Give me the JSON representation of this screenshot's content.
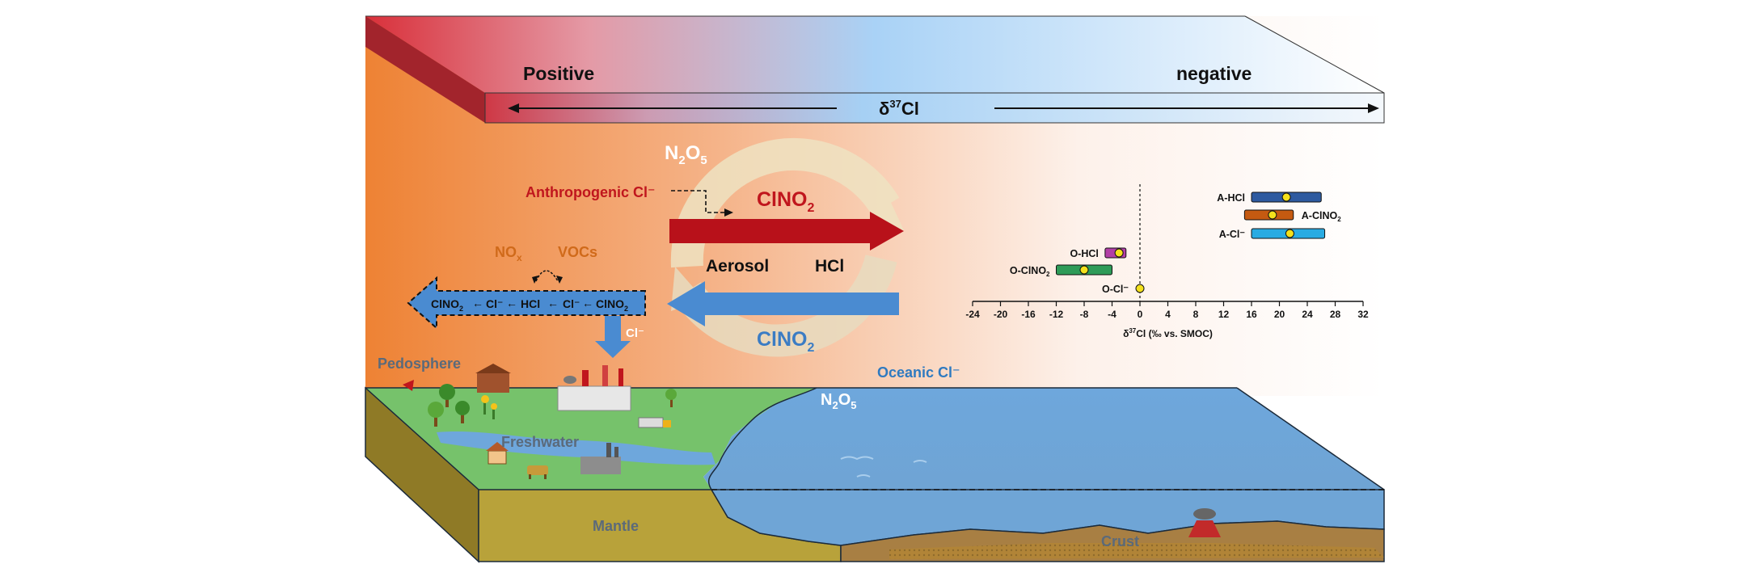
{
  "banner": {
    "positive": "Positive",
    "negative": "negative",
    "delta_symbol": "δ",
    "delta_sup": "37",
    "delta_element": "Cl"
  },
  "atmosphere": {
    "n2o5_top_main": "N",
    "n2o5_top_sub1": "2",
    "n2o5_top_o": "O",
    "n2o5_top_sub2": "5",
    "anthropogenic": "Anthropogenic Cl⁻",
    "clno2_red_main": "ClNO",
    "clno2_red_sub": "2",
    "aerosol": "Aerosol",
    "hcl": "HCl",
    "clno2_blue_main": "ClNO",
    "clno2_blue_sub": "2",
    "nox_main": "NO",
    "nox_sub": "x",
    "vocs": "VOCs",
    "cl_minus_down": "Cl⁻",
    "chain": {
      "item1_main": "ClNO",
      "item1_sub": "2",
      "item2": "Cl⁻",
      "item3": "HCl",
      "item4": "Cl⁻",
      "item5_main": "ClNO",
      "item5_sub": "2"
    }
  },
  "surface": {
    "pedosphere": "Pedosphere",
    "oceanic": "Oceanic Cl⁻",
    "n2o5_main": "N",
    "n2o5_sub1": "2",
    "n2o5_o": "O",
    "n2o5_sub2": "5",
    "freshwater": "Freshwater",
    "mantle": "Mantle",
    "crust": "Crust"
  },
  "chart_data": {
    "type": "range-plot",
    "x_label_delta": "δ",
    "x_label_sup": "37",
    "x_label_rest": "Cl (‰ vs. SMOC)",
    "xlim": [
      -24,
      32
    ],
    "ticks": [
      -24,
      -20,
      -16,
      -12,
      -8,
      -4,
      0,
      4,
      8,
      12,
      16,
      20,
      24,
      28,
      32
    ],
    "series": [
      {
        "name": "A-HCl",
        "min": 16,
        "max": 26,
        "mean": 21,
        "color": "#2d5aa0",
        "label_side": "left"
      },
      {
        "name": "A-ClNO",
        "name_sub": "2",
        "min": 15,
        "max": 22,
        "mean": 19,
        "color": "#c55a11",
        "label_side": "right"
      },
      {
        "name": "A-Cl⁻",
        "min": 16,
        "max": 26.5,
        "mean": 21.5,
        "color": "#29abe2",
        "label_side": "left"
      },
      {
        "name": "O-HCl",
        "min": -5,
        "max": -2,
        "mean": -3,
        "color": "#b23fa6",
        "label_side": "left"
      },
      {
        "name": "O-ClNO",
        "name_sub": "2",
        "min": -12,
        "max": -4,
        "mean": -8,
        "color": "#2e9b58",
        "label_side": "left"
      },
      {
        "name": "O-Cl⁻",
        "min": 0,
        "max": 0,
        "mean": 0,
        "color": "#f4e11c",
        "label_side": "left"
      }
    ]
  }
}
